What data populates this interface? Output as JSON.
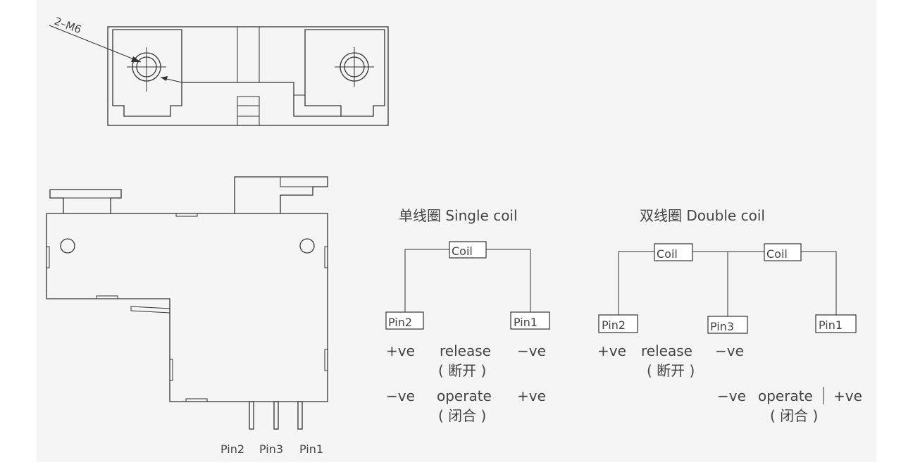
{
  "top_view": {
    "dimension_label": "2–M6"
  },
  "side_view": {
    "pin_labels": [
      "Pin2",
      "Pin3",
      "Pin1"
    ]
  },
  "single_coil": {
    "title": "单线圈 Single coil",
    "coil_label": "Coil",
    "pin_left": "Pin2",
    "pin_right": "Pin1",
    "release_row": {
      "left": "+ve",
      "middle": "release",
      "right": "−ve",
      "note": "( 断开 )"
    },
    "operate_row": {
      "left": "−ve",
      "middle": "operate",
      "right": "+ve",
      "note": "( 闭合 )"
    }
  },
  "double_coil": {
    "title": "双线圈 Double coil",
    "coil_left_label": "Coil",
    "coil_right_label": "Coil",
    "pin_left": "Pin2",
    "pin_middle": "Pin3",
    "pin_right": "Pin1",
    "release_row": {
      "left": "+ve",
      "middle": "release",
      "right": "−ve",
      "note": "( 断开 )"
    },
    "operate_row": {
      "left": "−ve",
      "middle": "operate",
      "right": "+ve",
      "note": "( 闭合 )"
    }
  }
}
